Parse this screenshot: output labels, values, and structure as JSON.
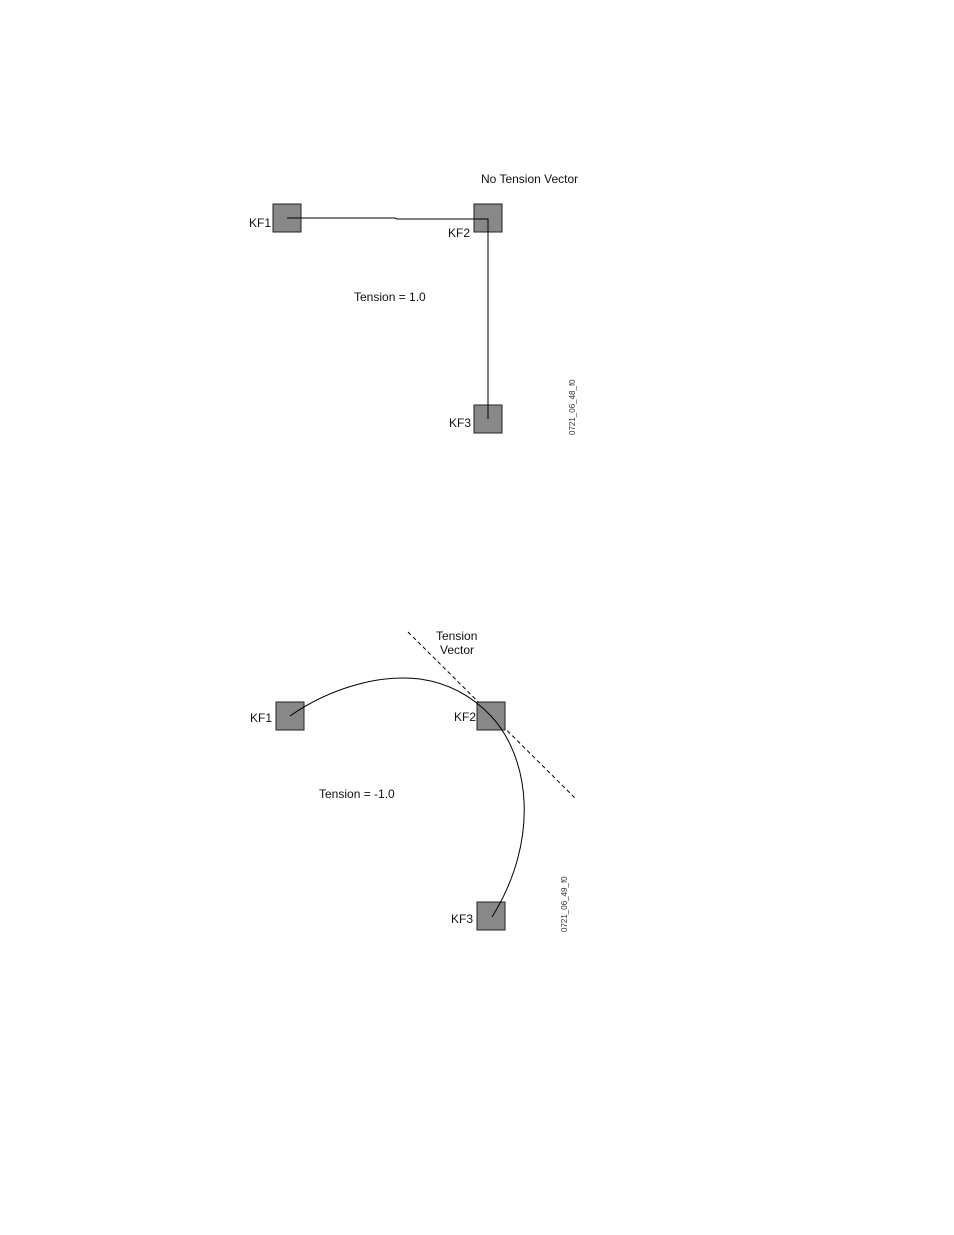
{
  "figures": [
    {
      "keyframes": [
        "KF1",
        "KF2",
        "KF3"
      ],
      "caption_top": "No Tension Vector",
      "tension_label": "Tension = 1.0",
      "figure_id": "0721_06_48_f0"
    },
    {
      "keyframes": [
        "KF1",
        "KF2",
        "KF3"
      ],
      "vector_label_line1": "Tension",
      "vector_label_line2": "Vector",
      "tension_label": "Tension = -1.0",
      "figure_id": "0721_06_49_f0"
    }
  ],
  "colors": {
    "keyframe_fill": "#888888",
    "keyframe_stroke": "#222222",
    "line": "#000000"
  }
}
